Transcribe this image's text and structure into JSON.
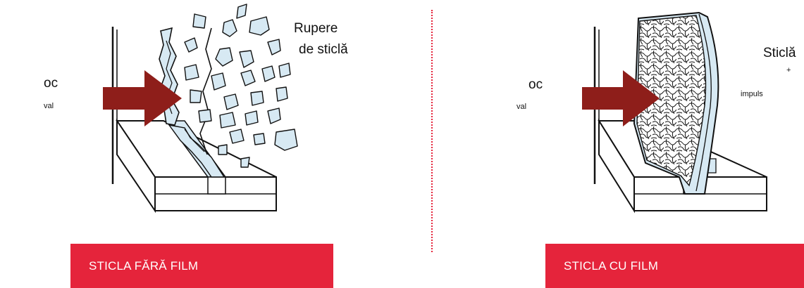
{
  "left_panel": {
    "label_oc": "oc",
    "label_val": "val",
    "label_break_line1": "Rupere",
    "label_break_line2": "de sticlă",
    "caption": "STICLA FĂRĂ FILM"
  },
  "right_panel": {
    "label_oc": "oc",
    "label_val": "val",
    "label_glass": "Sticlă",
    "label_plus": "+",
    "label_impulse": "impuls",
    "caption": "STICLA CU FILM"
  },
  "colors": {
    "accent": "#e5243b",
    "arrow": "#8e1e1a",
    "glass_fill": "#d7e9f3",
    "line": "#111111"
  },
  "icons": {
    "arrow": "shockwave-arrow-icon",
    "shards": "glass-shard-icon"
  }
}
